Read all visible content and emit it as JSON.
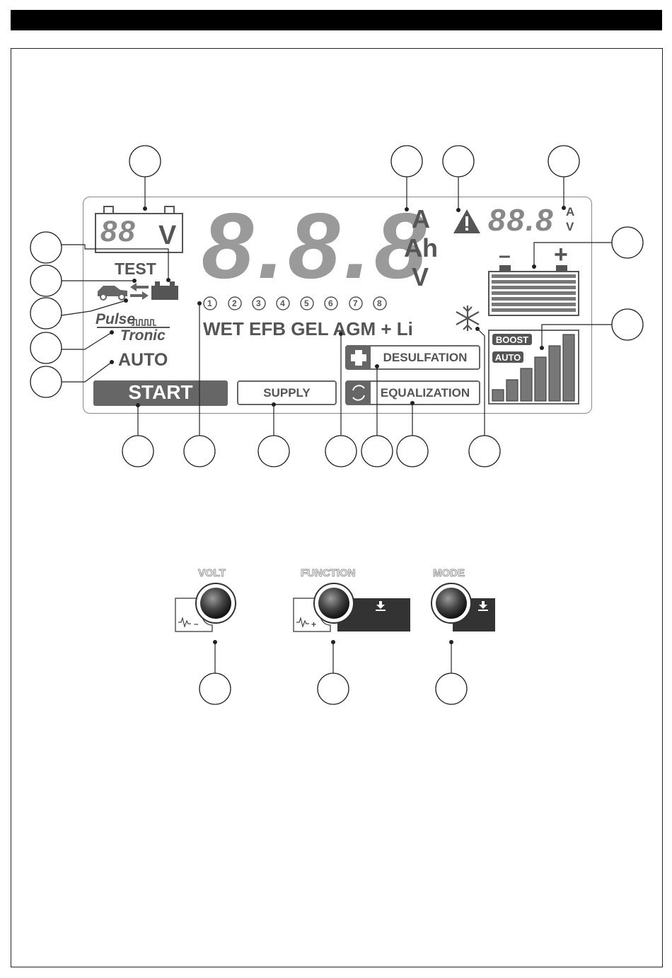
{
  "display": {
    "small_digits": "88",
    "small_unit": "V",
    "big_digits": "8.8.8",
    "units": [
      "A",
      "Ah",
      "V"
    ],
    "right_digits": "88.8",
    "right_units": [
      "A",
      "V"
    ],
    "test_label": "TEST",
    "pulse_label_1": "Pulse",
    "pulse_label_2": "Tronic",
    "auto_label": "AUTO",
    "steps": [
      "1",
      "2",
      "3",
      "4",
      "5",
      "6",
      "7",
      "8"
    ],
    "battery_types": "WET EFB GEL AGM + Li",
    "start_label": "START",
    "supply_label": "SUPPLY",
    "desulfation_label": "DESULFATION",
    "equalization_label": "EQUALIZATION",
    "boost_label": "BOOST",
    "bar_auto_label": "AUTO",
    "battery_minus": "–",
    "battery_plus": "+"
  },
  "controls": {
    "volt_label": "VOLT",
    "function_label": "FUNCTION",
    "mode_label": "MODE"
  },
  "icons": [
    "battery-icon",
    "warning-icon",
    "snowflake-icon",
    "car-icon",
    "arrows-icon",
    "plus-cross-icon",
    "cycle-icon",
    "download-icon",
    "pulse-wave-icon"
  ]
}
